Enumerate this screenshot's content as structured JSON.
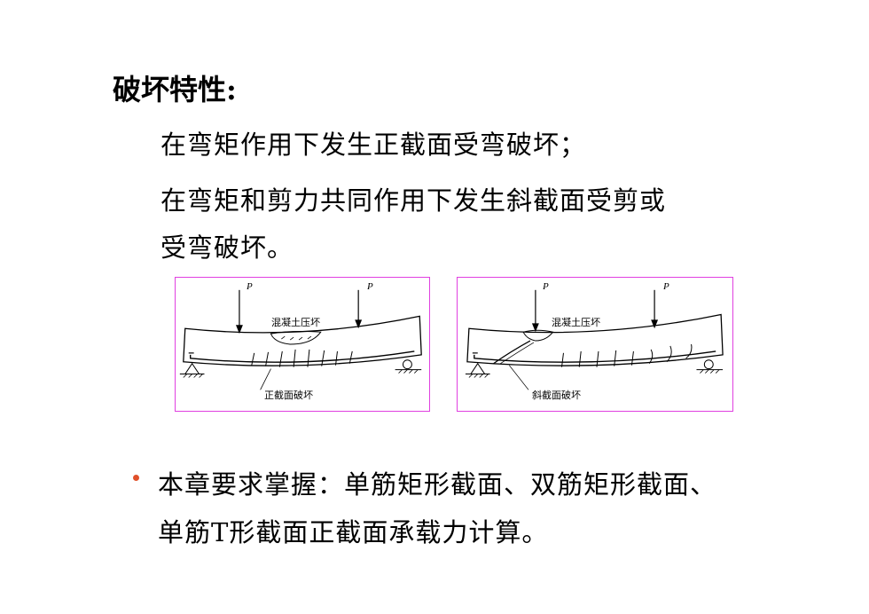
{
  "title": "破坏特性:",
  "lines": [
    "在弯矩作用下发生正截面受弯破坏；",
    "在弯矩和剪力共同作用下发生斜截面受剪或",
    "受弯破坏。"
  ],
  "diagrams": {
    "left": {
      "load_label_1": "P",
      "load_label_2": "P",
      "top_label": "混凝土压坏",
      "bottom_label": "正截面破坏"
    },
    "right": {
      "load_label_1": "P",
      "load_label_2": "P",
      "top_label": "混凝土压坏",
      "bottom_label": "斜截面破坏"
    }
  },
  "bullet": {
    "line_1": "本章要求掌握：单筋矩形截面、双筋矩形截面、",
    "line_2": "单筋T形截面正截面承载力计算。",
    "color": "#e0502a"
  }
}
